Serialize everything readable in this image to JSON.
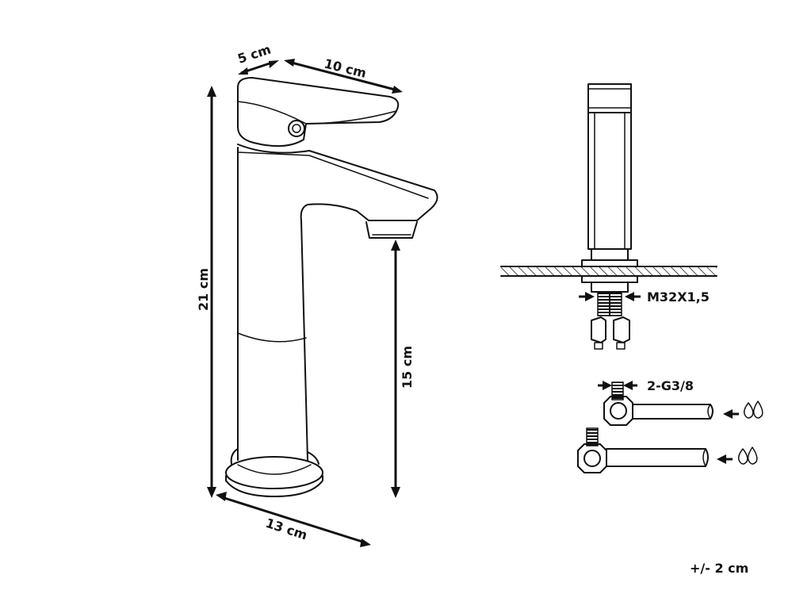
{
  "dimensions": {
    "handle_depth": "5 cm",
    "handle_length": "10 cm",
    "total_height": "21 cm",
    "spout_height": "15 cm",
    "base_depth": "13 cm"
  },
  "fittings": {
    "thread": "M32X1,5",
    "hose_connector": "2-G3/8"
  },
  "icons": {
    "hot_water": "water-drops-icon",
    "cold_water": "water-drops-icon"
  },
  "tolerance": "+/- 2 cm"
}
